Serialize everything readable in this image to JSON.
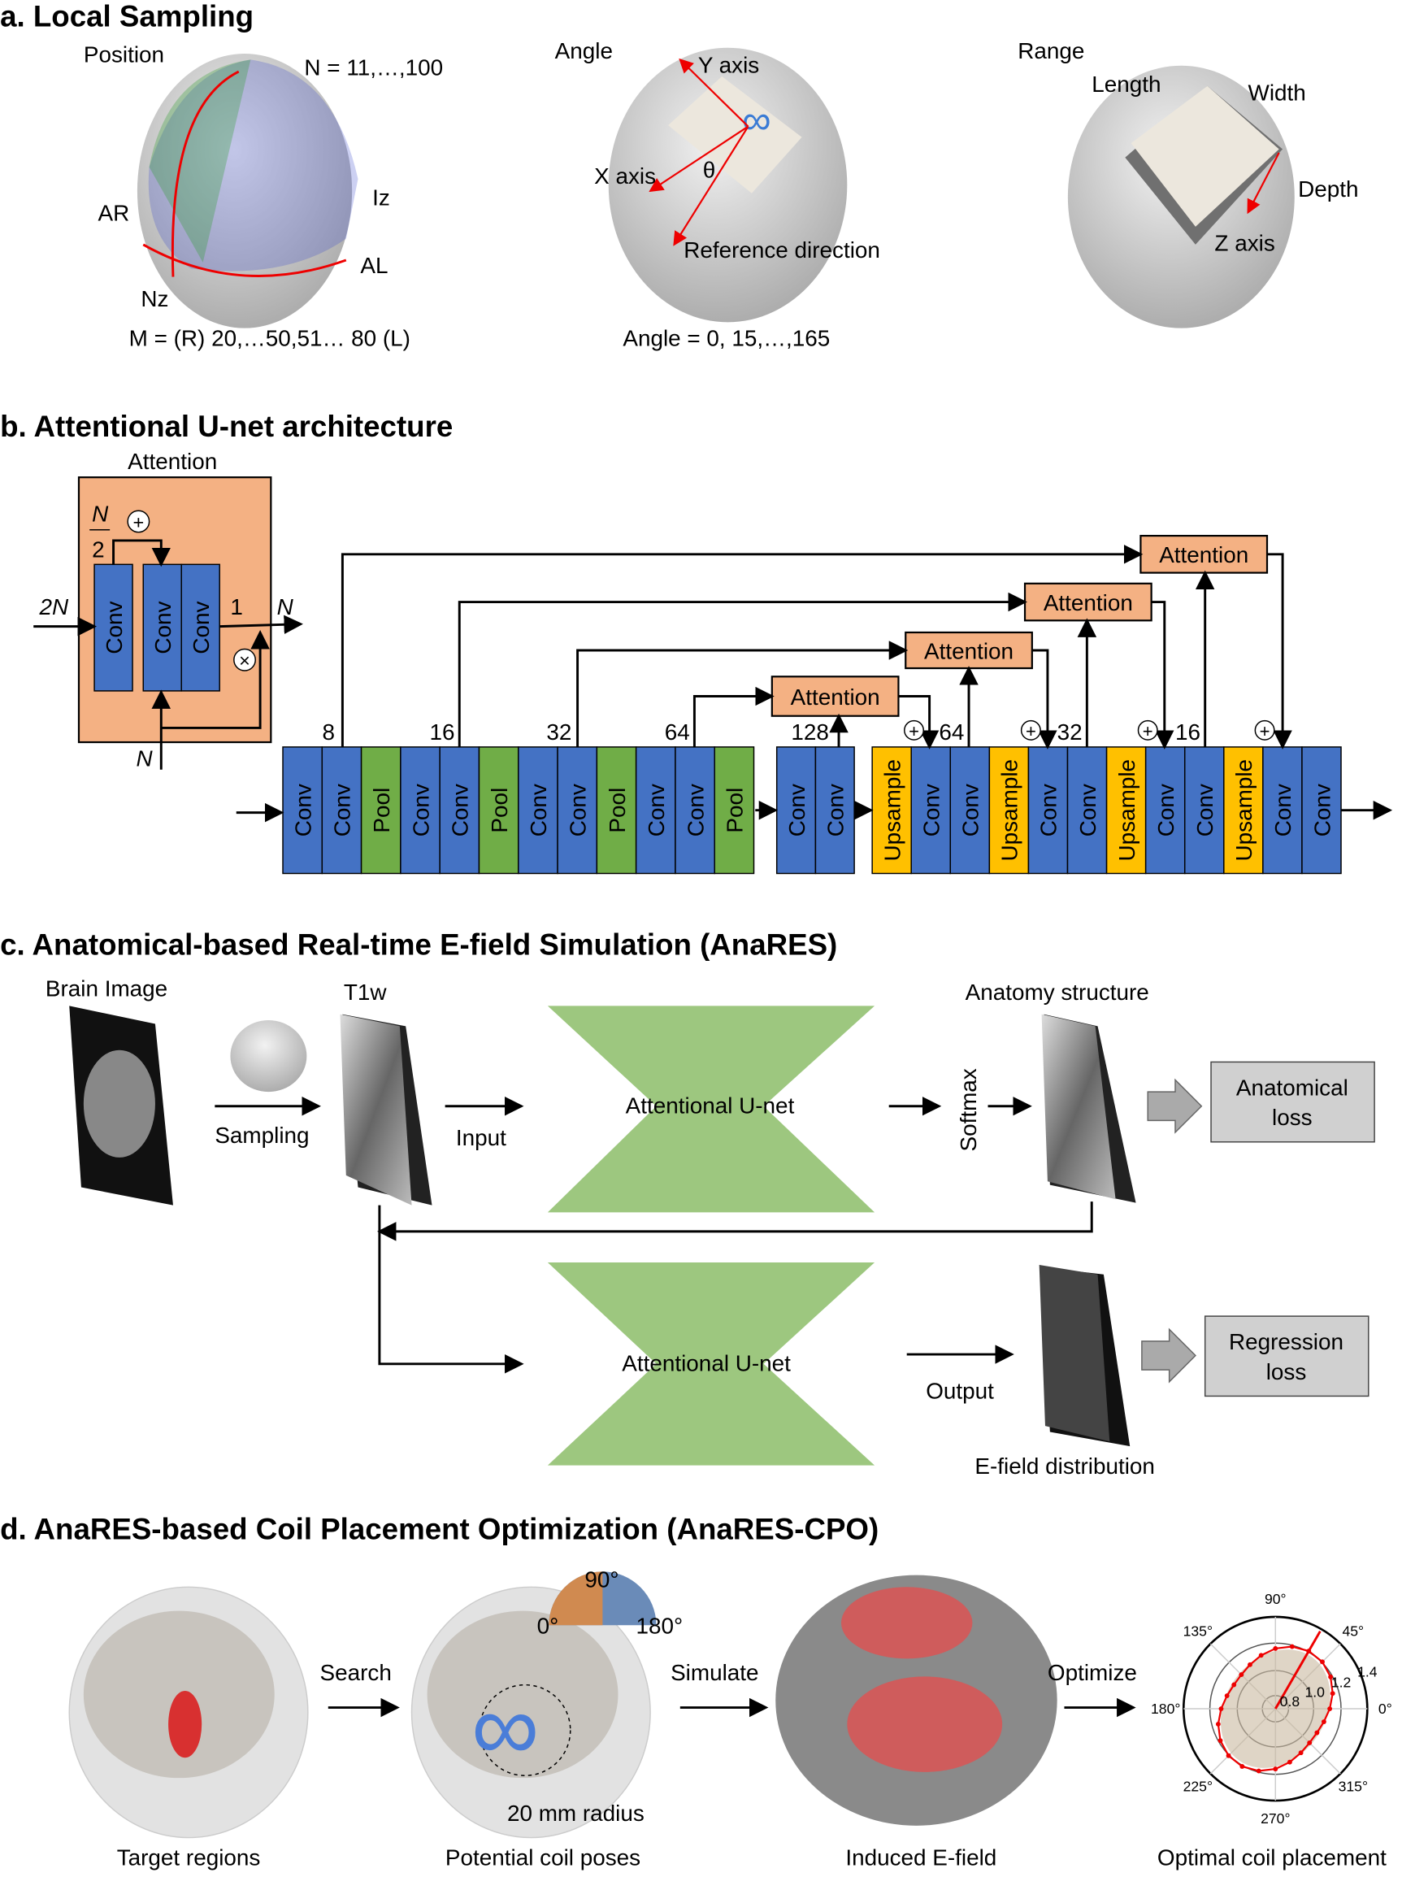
{
  "panel_a": {
    "title": "a. Local Sampling",
    "position": {
      "label": "Position",
      "n": "N = 11,…,100",
      "ar": "AR",
      "iz": "Iz",
      "al": "AL",
      "nz": "Nz",
      "m": "M = (R) 20,…50,51… 80 (L)"
    },
    "angle": {
      "label": "Angle",
      "y_axis": "Y axis",
      "x_axis": "X axis",
      "theta": "θ",
      "ref": "Reference direction",
      "values": "Angle = 0, 15,…,165"
    },
    "range": {
      "label": "Range",
      "length": "Length",
      "width": "Width",
      "depth": "Depth",
      "z_axis": "Z axis"
    }
  },
  "panel_b": {
    "title": "b. Attentional U-net architecture",
    "attention_block": {
      "label": "Attention",
      "n_half_num": "N",
      "n_half_den": "2",
      "in": "2N",
      "one": "1",
      "out": "N",
      "bottom": "N",
      "conv": "Conv",
      "plus": "+",
      "times": "×"
    },
    "encoder": [
      "Conv",
      "Conv",
      "Pool",
      "Conv",
      "Conv",
      "Pool",
      "Conv",
      "Conv",
      "Pool",
      "Conv",
      "Conv",
      "Pool"
    ],
    "bottleneck": [
      "Conv",
      "Conv"
    ],
    "decoder": [
      "Upsample",
      "Conv",
      "Conv",
      "Upsample",
      "Conv",
      "Conv",
      "Upsample",
      "Conv",
      "Conv",
      "Upsample",
      "Conv",
      "Conv"
    ],
    "channels": [
      "8",
      "16",
      "32",
      "64",
      "128",
      "64",
      "32",
      "16"
    ],
    "attention_label": "Attention",
    "plus": "+",
    "colors": {
      "conv": "#4472c4",
      "pool": "#70ad47",
      "upsample": "#ffc000",
      "attention": "#f4b183"
    }
  },
  "panel_c": {
    "title": "c. Anatomical-based Real-time E-field Simulation (AnaRES)",
    "brain_image": "Brain Image",
    "sampling": "Sampling",
    "t1w": "T1w",
    "input": "Input",
    "unet": "Attentional U-net",
    "softmax": "Softmax",
    "anatomy": "Anatomy structure",
    "anatomical_loss": [
      "Anatomical",
      "loss"
    ],
    "output": "Output",
    "efield": "E-field distribution",
    "regression_loss": [
      "Regression",
      "loss"
    ]
  },
  "panel_d": {
    "title": "d. AnaRES-based Coil Placement Optimization (AnaRES-CPO)",
    "search": "Search",
    "simulate": "Simulate",
    "optimize": "Optimize",
    "deg90": "90°",
    "deg0": "0°",
    "deg180": "180°",
    "radius": "20 mm radius",
    "captions": [
      "Target regions",
      "Potential coil poses",
      "Induced E-field",
      "Optimal coil placement"
    ],
    "polar": {
      "angle_labels": [
        "0°",
        "45°",
        "90°",
        "135°",
        "180°",
        "225°",
        "270°",
        "315°"
      ],
      "radial_labels": [
        "0.8",
        "1.0",
        "1.2",
        "1.4"
      ],
      "optimal_angle_deg": 60
    }
  }
}
